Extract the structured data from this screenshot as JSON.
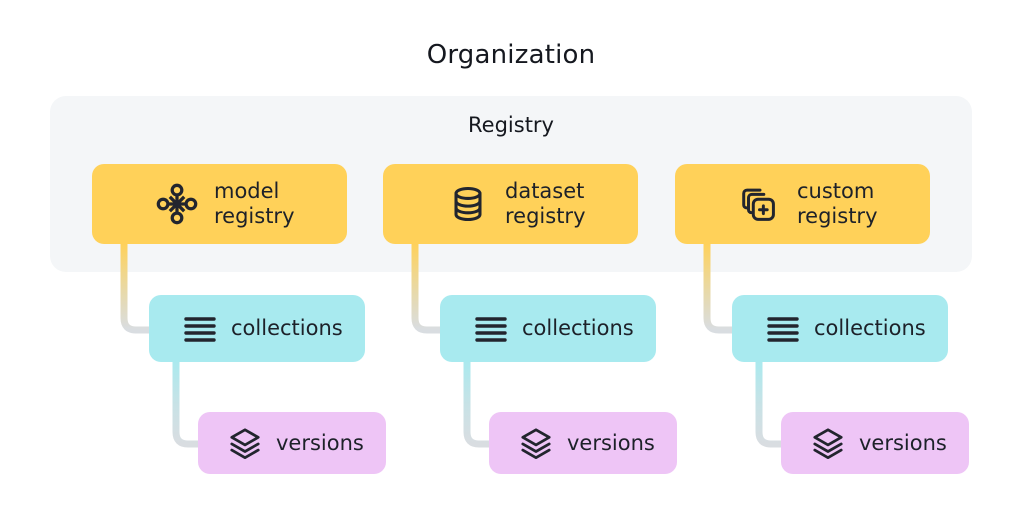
{
  "title": "Organization",
  "panel": {
    "title": "Registry",
    "bg_color": "#f4f6f8"
  },
  "colors": {
    "registry": "#ffd159",
    "collections": "#a8eaef",
    "versions": "#eec5f6",
    "text": "#1d2129",
    "connector_neutral": "#d9dde1",
    "background": "#ffffff"
  },
  "columns": [
    {
      "registry": {
        "label": "model\nregistry",
        "icon": "node-graph-icon"
      },
      "collections": {
        "label": "collections",
        "icon": "list-lines-icon"
      },
      "versions": {
        "label": "versions",
        "icon": "layers-stack-icon"
      }
    },
    {
      "registry": {
        "label": "dataset\nregistry",
        "icon": "database-cylinder-icon"
      },
      "collections": {
        "label": "collections",
        "icon": "list-lines-icon"
      },
      "versions": {
        "label": "versions",
        "icon": "layers-stack-icon"
      }
    },
    {
      "registry": {
        "label": "custom\nregistry",
        "icon": "stacked-squares-plus-icon"
      },
      "collections": {
        "label": "collections",
        "icon": "list-lines-icon"
      },
      "versions": {
        "label": "versions",
        "icon": "layers-stack-icon"
      }
    }
  ]
}
